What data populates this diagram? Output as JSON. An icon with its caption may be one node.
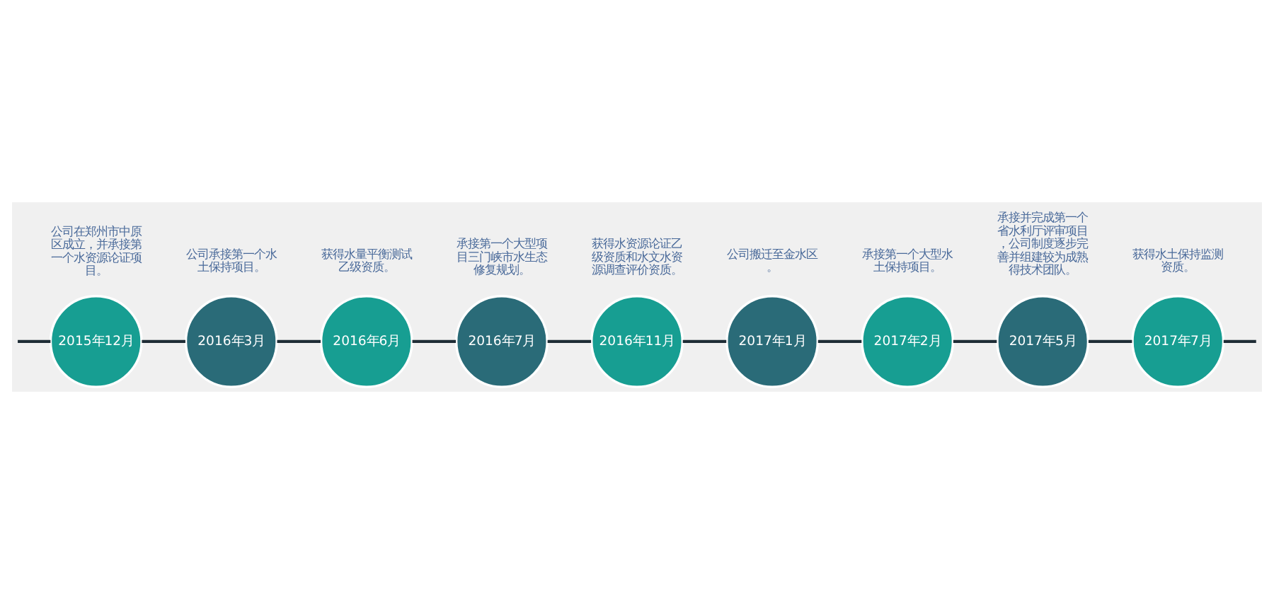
{
  "diagram": {
    "nodes": [
      {
        "text": [
          "2015年12月"
        ],
        "beside": [
          "公司在郑州市中原区成立，并承接第一个水资源论证项目。"
        ]
      },
      {
        "text": [
          "2016年3月"
        ],
        "beside": [
          "公司承接第一个水土保持项目。"
        ]
      },
      {
        "text": [
          "2016年6月"
        ],
        "beside": [
          "获得水量平衡测试乙级资质。"
        ]
      },
      {
        "text": [
          "2016年7月"
        ],
        "beside": [
          "承接第一个大型项目三门峡市水生态修复规划。"
        ]
      },
      {
        "text": [
          "2016年11月"
        ],
        "beside": [
          "获得水资源论证乙级资质和水文水资源调查评价资质。"
        ]
      },
      {
        "text": [
          "2017年1月"
        ],
        "beside": [
          "公司搬迁至金水区。"
        ]
      },
      {
        "text": [
          "2017年2月"
        ],
        "beside": [
          "承接第一个大型水土保持项目。"
        ]
      },
      {
        "text": [
          "2017年5月"
        ],
        "beside": [
          "承接并完成第一个省水利厅评审项目，公司制度逐步完善并组建较为成熟得技术团队。"
        ]
      },
      {
        "text": [
          "2017年7月"
        ],
        "beside": [
          "获得水土保持监测资质。"
        ]
      }
    ],
    "edges": [
      {
        "from": null,
        "to": 0,
        "arrow": "none"
      },
      {
        "from": 0,
        "to": 1,
        "arrow": "none"
      },
      {
        "from": 1,
        "to": 2,
        "arrow": "none"
      },
      {
        "from": 2,
        "to": 3,
        "arrow": "none"
      },
      {
        "from": 3,
        "to": 4,
        "arrow": "none"
      },
      {
        "from": 4,
        "to": 5,
        "arrow": "none"
      },
      {
        "from": 5,
        "to": 6,
        "arrow": "none"
      },
      {
        "from": 6,
        "to": 7,
        "arrow": "none"
      },
      {
        "from": 7,
        "to": 8,
        "arrow": "none"
      },
      {
        "from": 8,
        "to": null,
        "arrow": "none"
      }
    ]
  }
}
